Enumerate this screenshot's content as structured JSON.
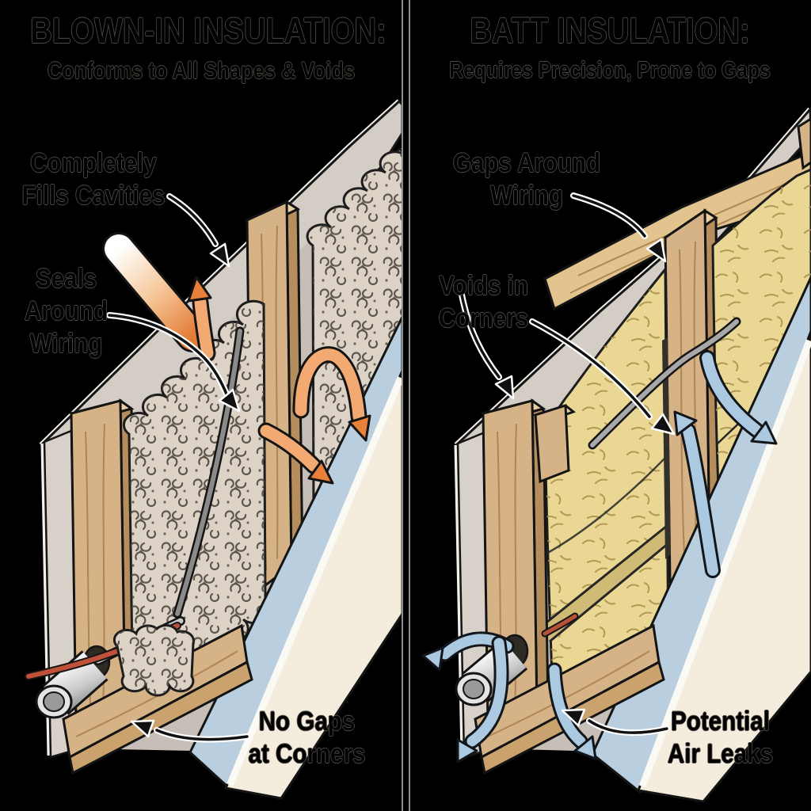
{
  "left_panel": {
    "title": "BLOWN-IN INSULATION:",
    "subtitle": "Conforms to All Shapes & Voids",
    "labels": {
      "fills_line1": "Completely",
      "fills_line2": "Fills Cavities",
      "seals_line1": "Seals",
      "seals_line2": "Around",
      "seals_line3": "Wiring",
      "corners_line1": "No Gaps",
      "corners_line2": "at Corners"
    }
  },
  "right_panel": {
    "title": "BATT INSULATION:",
    "subtitle": "Requires Precision, Prone to Gaps",
    "labels": {
      "wiring_line1": "Gaps Around",
      "wiring_line2": "Wiring",
      "voids_line1": "Voids in",
      "voids_line2": "Corners",
      "leaks_line1": "Potential",
      "leaks_line2": "Air Leaks"
    }
  },
  "colors": {
    "background": "#000000",
    "blown_in_insulation": "#dcd3c6",
    "batt_insulation": "#e9d793",
    "wood_stud": "#d6b386",
    "sheathing_gray": "#d3cdc5",
    "vapor_barrier_blue": "#b9cedf",
    "drywall_cream": "#f4ecdc",
    "fill_arrow_orange": "#e8803a",
    "air_leak_blue": "#abc9e1",
    "annotation_black": "#111111"
  }
}
